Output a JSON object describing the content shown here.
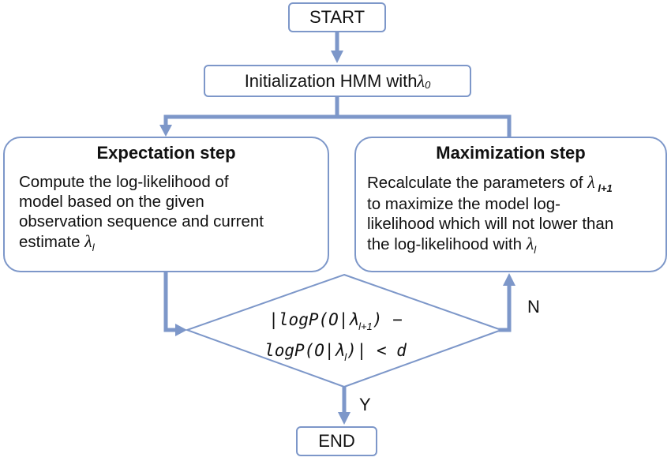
{
  "nodes": {
    "start": "START",
    "init": {
      "text": "Initialization HMM with ",
      "lambda": "λ",
      "sub": "0"
    },
    "expectation": {
      "title": "Expectation step",
      "line1": "Compute the log-likelihood of",
      "line2": "model based on the given",
      "line3": "observation sequence and current",
      "line4": "estimate ",
      "lambda": "λ",
      "sub": "l"
    },
    "maximization": {
      "title": "Maximization step",
      "line1": "Recalculate the parameters of ",
      "lambda": "λ",
      "sub": " l+1",
      "line2": "to maximize the model log-",
      "line3": "likelihood which will not lower than",
      "line4": "the log-likelihood with ",
      "lambda2": "λ",
      "sub2": "l"
    },
    "condition": {
      "line1_pre": "|logP(O|λ",
      "line1_sub": "l+1",
      "line1_post": ") −",
      "line2_pre": "logP(O|λ",
      "line2_sub": "l",
      "line2_post": ")| < d"
    },
    "end": "END"
  },
  "edge_labels": {
    "no": "N",
    "yes": "Y"
  },
  "colors": {
    "border": "#7d97c9",
    "connector": "#7d97c9",
    "text": "#111111",
    "background": "#ffffff"
  }
}
